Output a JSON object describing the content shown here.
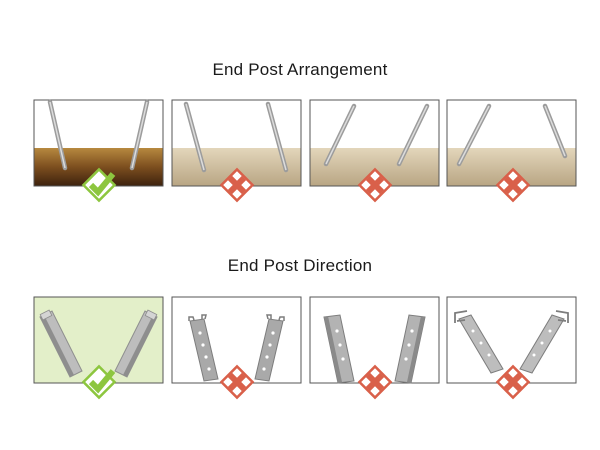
{
  "sections": [
    {
      "title": "End Post Arrangement",
      "panels": [
        {
          "result": "correct",
          "icon": "check-icon"
        },
        {
          "result": "incorrect",
          "icon": "cross-icon"
        },
        {
          "result": "incorrect",
          "icon": "cross-icon"
        },
        {
          "result": "incorrect",
          "icon": "cross-icon"
        }
      ]
    },
    {
      "title": "End Post Direction",
      "panels": [
        {
          "result": "correct",
          "icon": "check-icon"
        },
        {
          "result": "incorrect",
          "icon": "cross-icon"
        },
        {
          "result": "incorrect",
          "icon": "cross-icon"
        },
        {
          "result": "incorrect",
          "icon": "cross-icon"
        }
      ]
    }
  ],
  "colors": {
    "correct": "#8dc63f",
    "incorrect": "#d9604a",
    "correct_panel_bg": "#e3efc9",
    "soil_correct_top": "#b7893f",
    "soil_correct_bottom": "#4a2a12",
    "soil_incorrect_top": "#d8cbb0",
    "soil_incorrect_bottom": "#b5a482",
    "post": "#bdbdbd",
    "post_dark": "#8e8e8e"
  }
}
